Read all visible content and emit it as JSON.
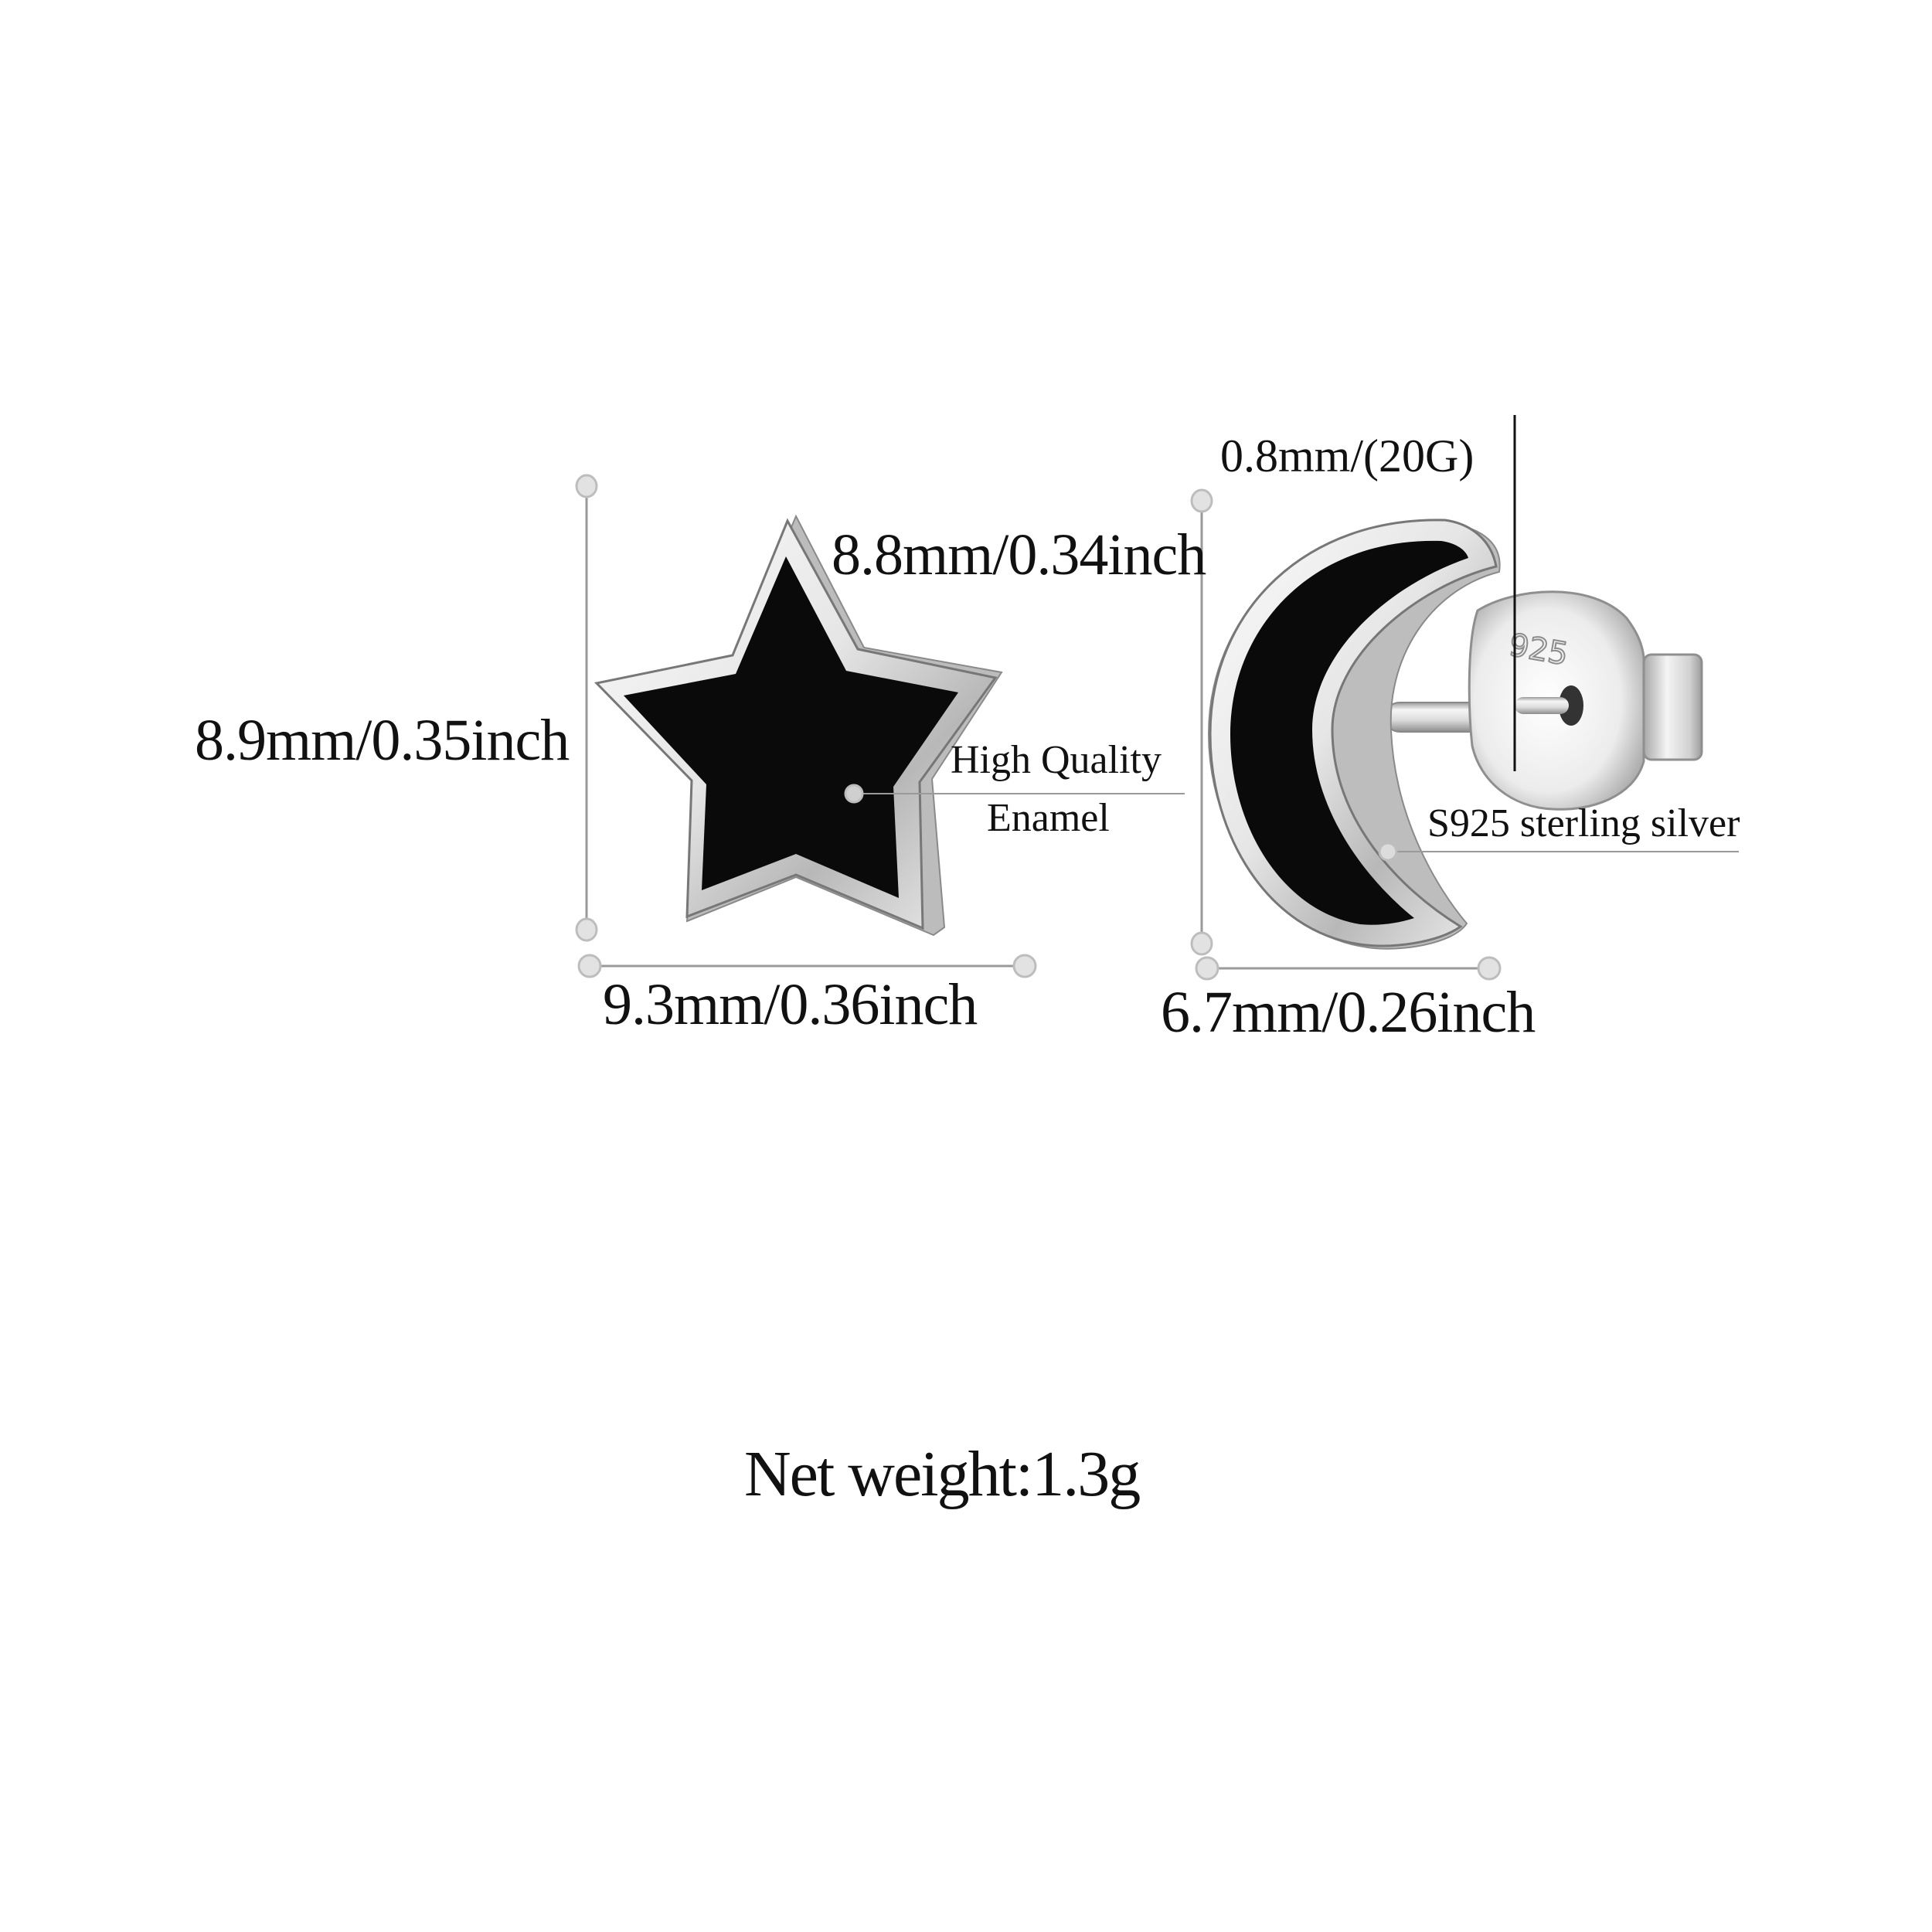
{
  "product": "star and moon stud earrings",
  "colors": {
    "background": "#ffffff",
    "enamel": "#0a0a0a",
    "silver_light": "#f2f2f2",
    "silver_mid": "#c9c9c9",
    "silver_dark": "#8a8a8a",
    "dimension_line": "#9a9a9a",
    "dimension_dot": "#e2e2e2",
    "text": "#111111"
  },
  "star_earring": {
    "height_label": "8.9mm/0.35inch",
    "width_label": "9.3mm/0.36inch",
    "callout_line1": "High Quality",
    "callout_line2": "Enamel"
  },
  "moon_earring": {
    "height_label": "8.8mm/0.34inch",
    "width_label": "6.7mm/0.26inch",
    "post_label": "0.8mm/(20G)",
    "material_label": "S925 sterling silver",
    "stamp": "925"
  },
  "footer": {
    "net_weight": "Net weight:1.3g"
  }
}
